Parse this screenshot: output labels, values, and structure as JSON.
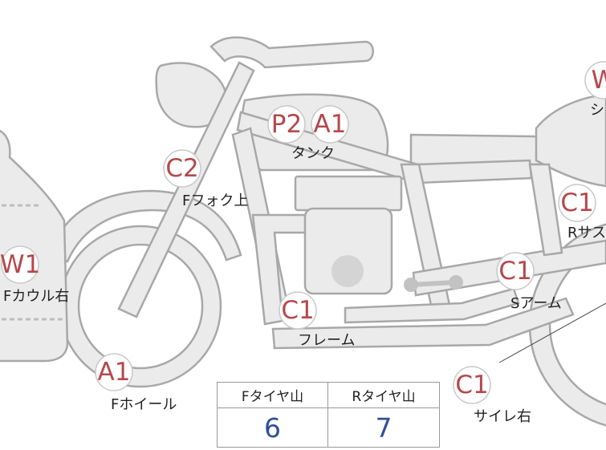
{
  "labels": {
    "tank": "タンク",
    "front_fork": "Fフォク上",
    "front_cowl": "Fカウル右",
    "frame": "フレーム",
    "front_wheel": "Fホイール",
    "swing_arm": "Sアーム",
    "muffler": "サイレ右",
    "rear_suspension": "Rサス",
    "seat": "シ"
  },
  "badges": {
    "tank_p": "P2",
    "tank_a": "A1",
    "fork": "C2",
    "cowl": "W1",
    "frame": "C1",
    "wheel": "A1",
    "swing_arm": "C1",
    "muffler": "C1",
    "rear_susp": "C1",
    "seat": "W"
  },
  "tire_table": {
    "front_header": "Fタイヤ山",
    "rear_header": "Rタイヤ山",
    "front_value": "6",
    "rear_value": "7"
  }
}
